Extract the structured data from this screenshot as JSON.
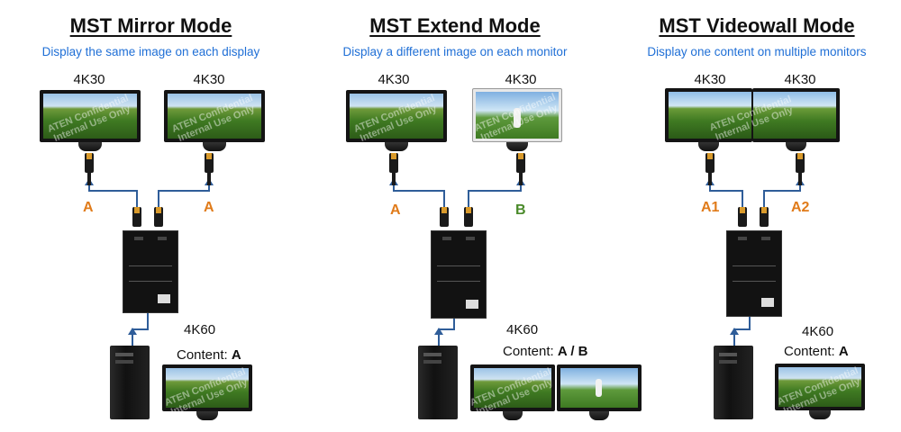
{
  "panels": [
    {
      "title": "MST Mirror Mode",
      "subtitle": "Display the same image on each display",
      "outputs": [
        {
          "resolution": "4K30",
          "port_label": "A",
          "image": "golf-course"
        },
        {
          "resolution": "4K30",
          "port_label": "A",
          "image": "golf-course"
        }
      ],
      "source_resolution": "4K60",
      "content_prefix": "Content:",
      "content_value": "A"
    },
    {
      "title": "MST Extend Mode",
      "subtitle": "Display a different image on each monitor",
      "outputs": [
        {
          "resolution": "4K30",
          "port_label": "A",
          "image": "golf-course"
        },
        {
          "resolution": "4K30",
          "port_label": "B",
          "image": "golfer"
        }
      ],
      "source_resolution": "4K60",
      "content_prefix": "Content:",
      "content_value": "A / B"
    },
    {
      "title": "MST Videowall Mode",
      "subtitle": "Display one content on multiple monitors",
      "outputs": [
        {
          "resolution": "4K30",
          "port_label": "A1",
          "image": "golf-course-left"
        },
        {
          "resolution": "4K30",
          "port_label": "A2",
          "image": "golf-course-right"
        }
      ],
      "source_resolution": "4K60",
      "content_prefix": "Content:",
      "content_value": "A"
    }
  ],
  "watermark": [
    "ATEN Confidential",
    "Internal Use Only"
  ],
  "colors": {
    "subtitle": "#1f6fd6",
    "label_a": "#e07b1a",
    "label_b": "#4a8a2a",
    "wire": "#2f5d99",
    "connector_tip": "#d99a2b"
  }
}
